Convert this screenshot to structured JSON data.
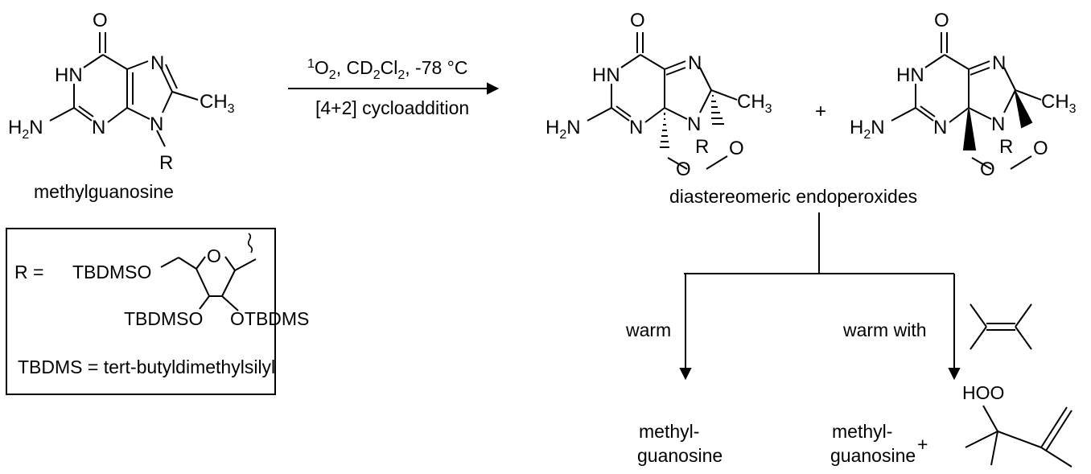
{
  "reactant": {
    "name": "methylguanosine",
    "atoms": {
      "O": "O",
      "HN": "HN",
      "N": "N",
      "H2N_H": "H",
      "H2N_2": "2",
      "H2N_N": "N",
      "CH3_C": "CH",
      "CH3_3": "3",
      "R": "R"
    }
  },
  "reaction": {
    "conditions_sup": "1",
    "conditions_o2": "O",
    "conditions_o2_sub": "2",
    "conditions_sep1": ", CD",
    "conditions_cd_sub": "2",
    "conditions_cl": "Cl",
    "conditions_cl_sub": "2",
    "conditions_temp": ", -78 °C",
    "type": "[4+2] cycloaddition"
  },
  "products": {
    "plus": "+",
    "label": "diastereomeric endoperoxides"
  },
  "r_group_box": {
    "r_eq": "R =",
    "tbdmso_top": "TBDMSO",
    "ring_o": "O",
    "tbdmso_bottom": "TBDMSO",
    "otbdms": "OTBDMS",
    "definition": "TBDMS = tert-butyldimethylsilyl"
  },
  "branches": {
    "left_label": "warm",
    "right_label": "warm with",
    "left_product_line1": "methyl-",
    "left_product_line2": "guanosine",
    "right_product_line1": "methyl-",
    "right_product_line2": "guanosine",
    "plus": "+",
    "hoo": "HOO"
  }
}
